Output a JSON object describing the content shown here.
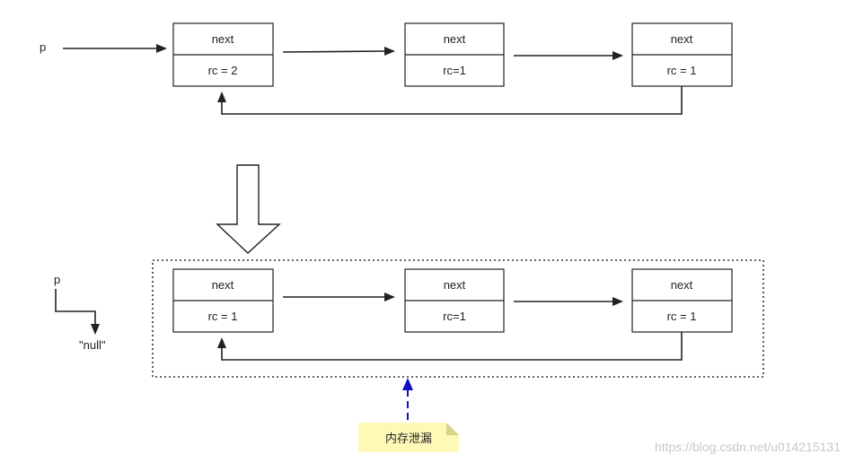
{
  "before": {
    "pointer_label": "p",
    "nodes": [
      {
        "field_next": "next",
        "field_rc": "rc = 2"
      },
      {
        "field_next": "next",
        "field_rc": "rc=1"
      },
      {
        "field_next": "next",
        "field_rc": "rc = 1"
      }
    ]
  },
  "after": {
    "pointer_label": "p",
    "null_label": "\"null\"",
    "nodes": [
      {
        "field_next": "next",
        "field_rc": "rc = 1"
      },
      {
        "field_next": "next",
        "field_rc": "rc=1"
      },
      {
        "field_next": "next",
        "field_rc": "rc = 1"
      }
    ]
  },
  "annotation": {
    "note_text": "内存泄漏"
  },
  "watermark": {
    "text": "https://blog.csdn.net/u014215131"
  },
  "colors": {
    "leak_arrow": "#1010c0",
    "note_background": "#fff9b8"
  }
}
